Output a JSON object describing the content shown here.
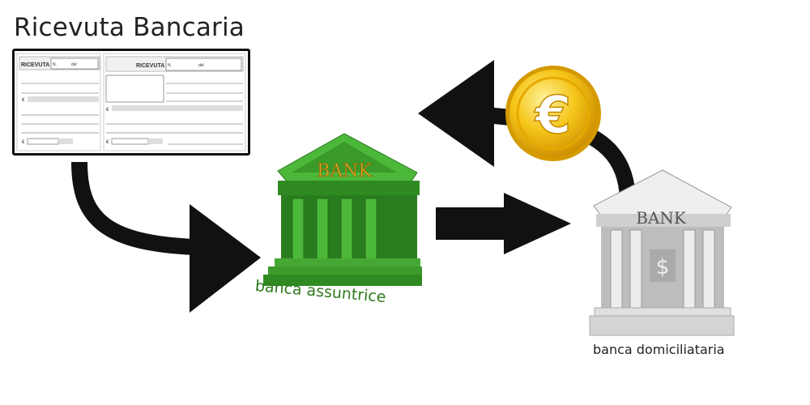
{
  "title": "Ricevuta Bancaria",
  "receipt": {
    "heading": "RICEVUTA",
    "number_label": "N.",
    "date_label": "del",
    "currency": "€"
  },
  "green_bank": {
    "sign": "BANK",
    "label": "banca assuntrice",
    "color": "#3c9a2a"
  },
  "gray_bank": {
    "sign": "BANK",
    "label": "banca domiciliataria",
    "symbol": "$",
    "color": "#d8d8d8"
  },
  "coin": {
    "symbol": "€",
    "color": "#f2c21a"
  }
}
